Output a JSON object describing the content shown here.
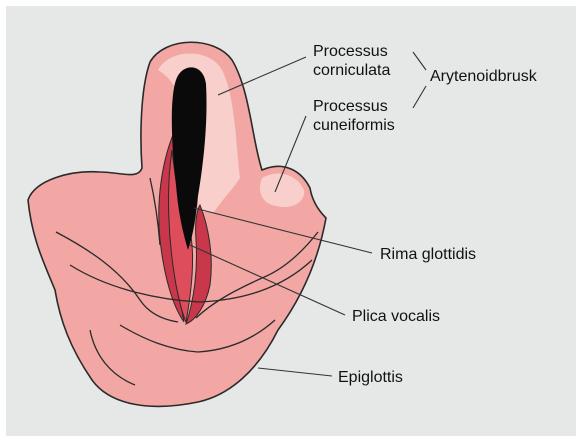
{
  "labels": {
    "processus_corniculata": [
      "Processus",
      "corniculata"
    ],
    "processus_cuneiformis": [
      "Processus",
      "cuneiformis"
    ],
    "arytenoidbrusk": "Arytenoidbrusk",
    "rima_glottidis": "Rima glottidis",
    "plica_vocalis": "Plica vocalis",
    "epiglottis": "Epiglottis"
  },
  "colors": {
    "background": "#e6e8e8",
    "tissue": "#f2a7a4",
    "tissue_light": "#f8cfcb",
    "tissue_dark": "#e8938f",
    "vocal_fold": "#de4d5c",
    "vocal_fold_dark": "#c8384a",
    "glottis": "#0a0a0a",
    "outline": "#2a2a2a",
    "leader_line": "#333333"
  }
}
